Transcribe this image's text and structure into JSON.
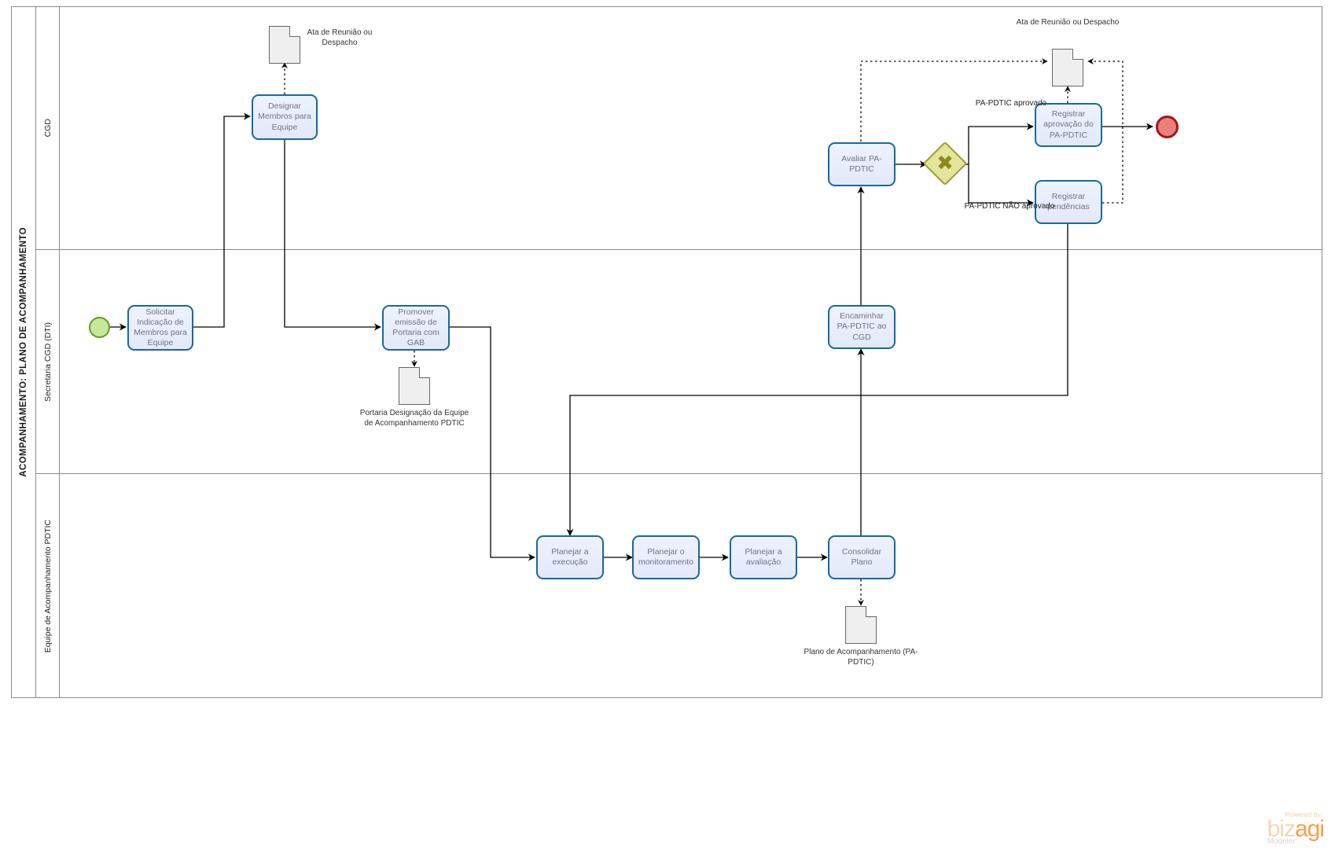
{
  "pool": {
    "title": "ACOMPANHAMENTO: PLANO DE ACOMPANHAMENTO",
    "lanes": [
      {
        "id": "cgd",
        "label": "CGD"
      },
      {
        "id": "secretaria",
        "label": "Secretaria CGD (DTI)"
      },
      {
        "id": "equipe",
        "label": "Equipe de Acompanhamento PDTIC"
      }
    ]
  },
  "events": [
    {
      "id": "start",
      "type": "start-event",
      "label": ""
    },
    {
      "id": "end",
      "type": "end-event",
      "label": ""
    }
  ],
  "gateway": {
    "id": "gw-aprovacao",
    "type": "exclusive-gateway",
    "symbol": "✖"
  },
  "tasks": [
    {
      "id": "designar-membros",
      "label": "Designar Membros para Equipe"
    },
    {
      "id": "solicitar-indicacao",
      "label": "Solicitar Indicação de Membros para Equipe"
    },
    {
      "id": "promover-portaria",
      "label": "Promover emissão de Portaria com GAB"
    },
    {
      "id": "planejar-execucao",
      "label": "Planejar a execução"
    },
    {
      "id": "planejar-monitoramento",
      "label": "Planejar o monitoramento"
    },
    {
      "id": "planejar-avaliacao",
      "label": "Planejar a avaliação"
    },
    {
      "id": "consolidar-plano",
      "label": "Consolidar Plano"
    },
    {
      "id": "encaminhar-pa-pdtic",
      "label": "Encaminhar PA-PDTIC ao CGD"
    },
    {
      "id": "avaliar-pa-pdtic",
      "label": "Avaliar PA-PDTIC"
    },
    {
      "id": "registrar-aprovacao",
      "label": "Registrar aprovação do PA-PDTIC"
    },
    {
      "id": "registrar-pendencias",
      "label": "Registrar pendências"
    }
  ],
  "data_objects": [
    {
      "id": "ata-reuniao-topo",
      "label": "Ata de Reunião ou Despacho"
    },
    {
      "id": "portaria-designacao",
      "label": "Portaria Designação da Equipe de Acompanhamento PDTIC"
    },
    {
      "id": "plano-acompanhamento",
      "label": "Plano de Acompanhamento (PA-PDTIC)"
    },
    {
      "id": "ata-reuniao-direita",
      "label": "Ata de Reunião ou Despacho"
    }
  ],
  "flow_labels": [
    {
      "id": "aprovado",
      "label": "PA-PDTIC aprovado"
    },
    {
      "id": "nao-aprovado",
      "label": "PA-PDTIC NÃO aprovado"
    }
  ],
  "branding": {
    "powered_by": "Powered by",
    "name_part1": "biz",
    "name_part2": "agi",
    "product": "Modeler"
  },
  "colors": {
    "task_border": "#16699e",
    "task_fill": "#e8edfb",
    "start_event": "#c5e99b",
    "end_event": "#e8817e",
    "gateway": "#e4e49a",
    "data_object": "#efefef"
  }
}
